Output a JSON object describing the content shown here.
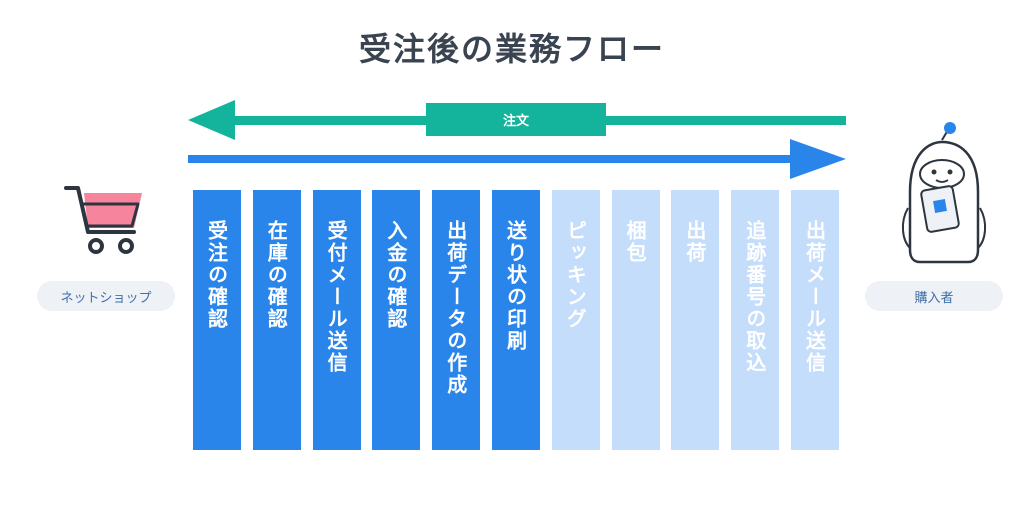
{
  "title": "受注後の業務フロー",
  "order_label": "注文",
  "colors": {
    "order_arrow": "#14b49c",
    "flow_arrow": "#2a85ea",
    "step_done": "#2a85ea",
    "step_todo": "#c4ddfa",
    "cart": "#f56e8c"
  },
  "left_party": {
    "label": "ネットショップ",
    "icon": "shopping-cart-icon"
  },
  "right_party": {
    "label": "購入者",
    "icon": "robot-with-tablet-icon"
  },
  "steps": [
    {
      "label": "受注の確認",
      "state": "done"
    },
    {
      "label": "在庫の確認",
      "state": "done"
    },
    {
      "label": "受付メール送信",
      "state": "done"
    },
    {
      "label": "入金の確認",
      "state": "done"
    },
    {
      "label": "出荷データの作成",
      "state": "done"
    },
    {
      "label": "送り状の印刷",
      "state": "done"
    },
    {
      "label": "ピッキング",
      "state": "todo"
    },
    {
      "label": "梱包",
      "state": "todo"
    },
    {
      "label": "出荷",
      "state": "todo"
    },
    {
      "label": "追跡番号の取込",
      "state": "todo"
    },
    {
      "label": "出荷メール送信",
      "state": "todo"
    }
  ]
}
